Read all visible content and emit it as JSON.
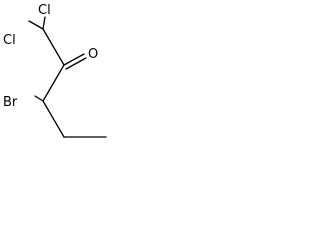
{
  "structure": {
    "atoms": {
      "cl_left": "Cl",
      "cl_right": "Cl",
      "oxygen": "O",
      "bromine": "Br"
    }
  },
  "colors": {
    "background": "#ffffff",
    "ink": "#000000"
  }
}
